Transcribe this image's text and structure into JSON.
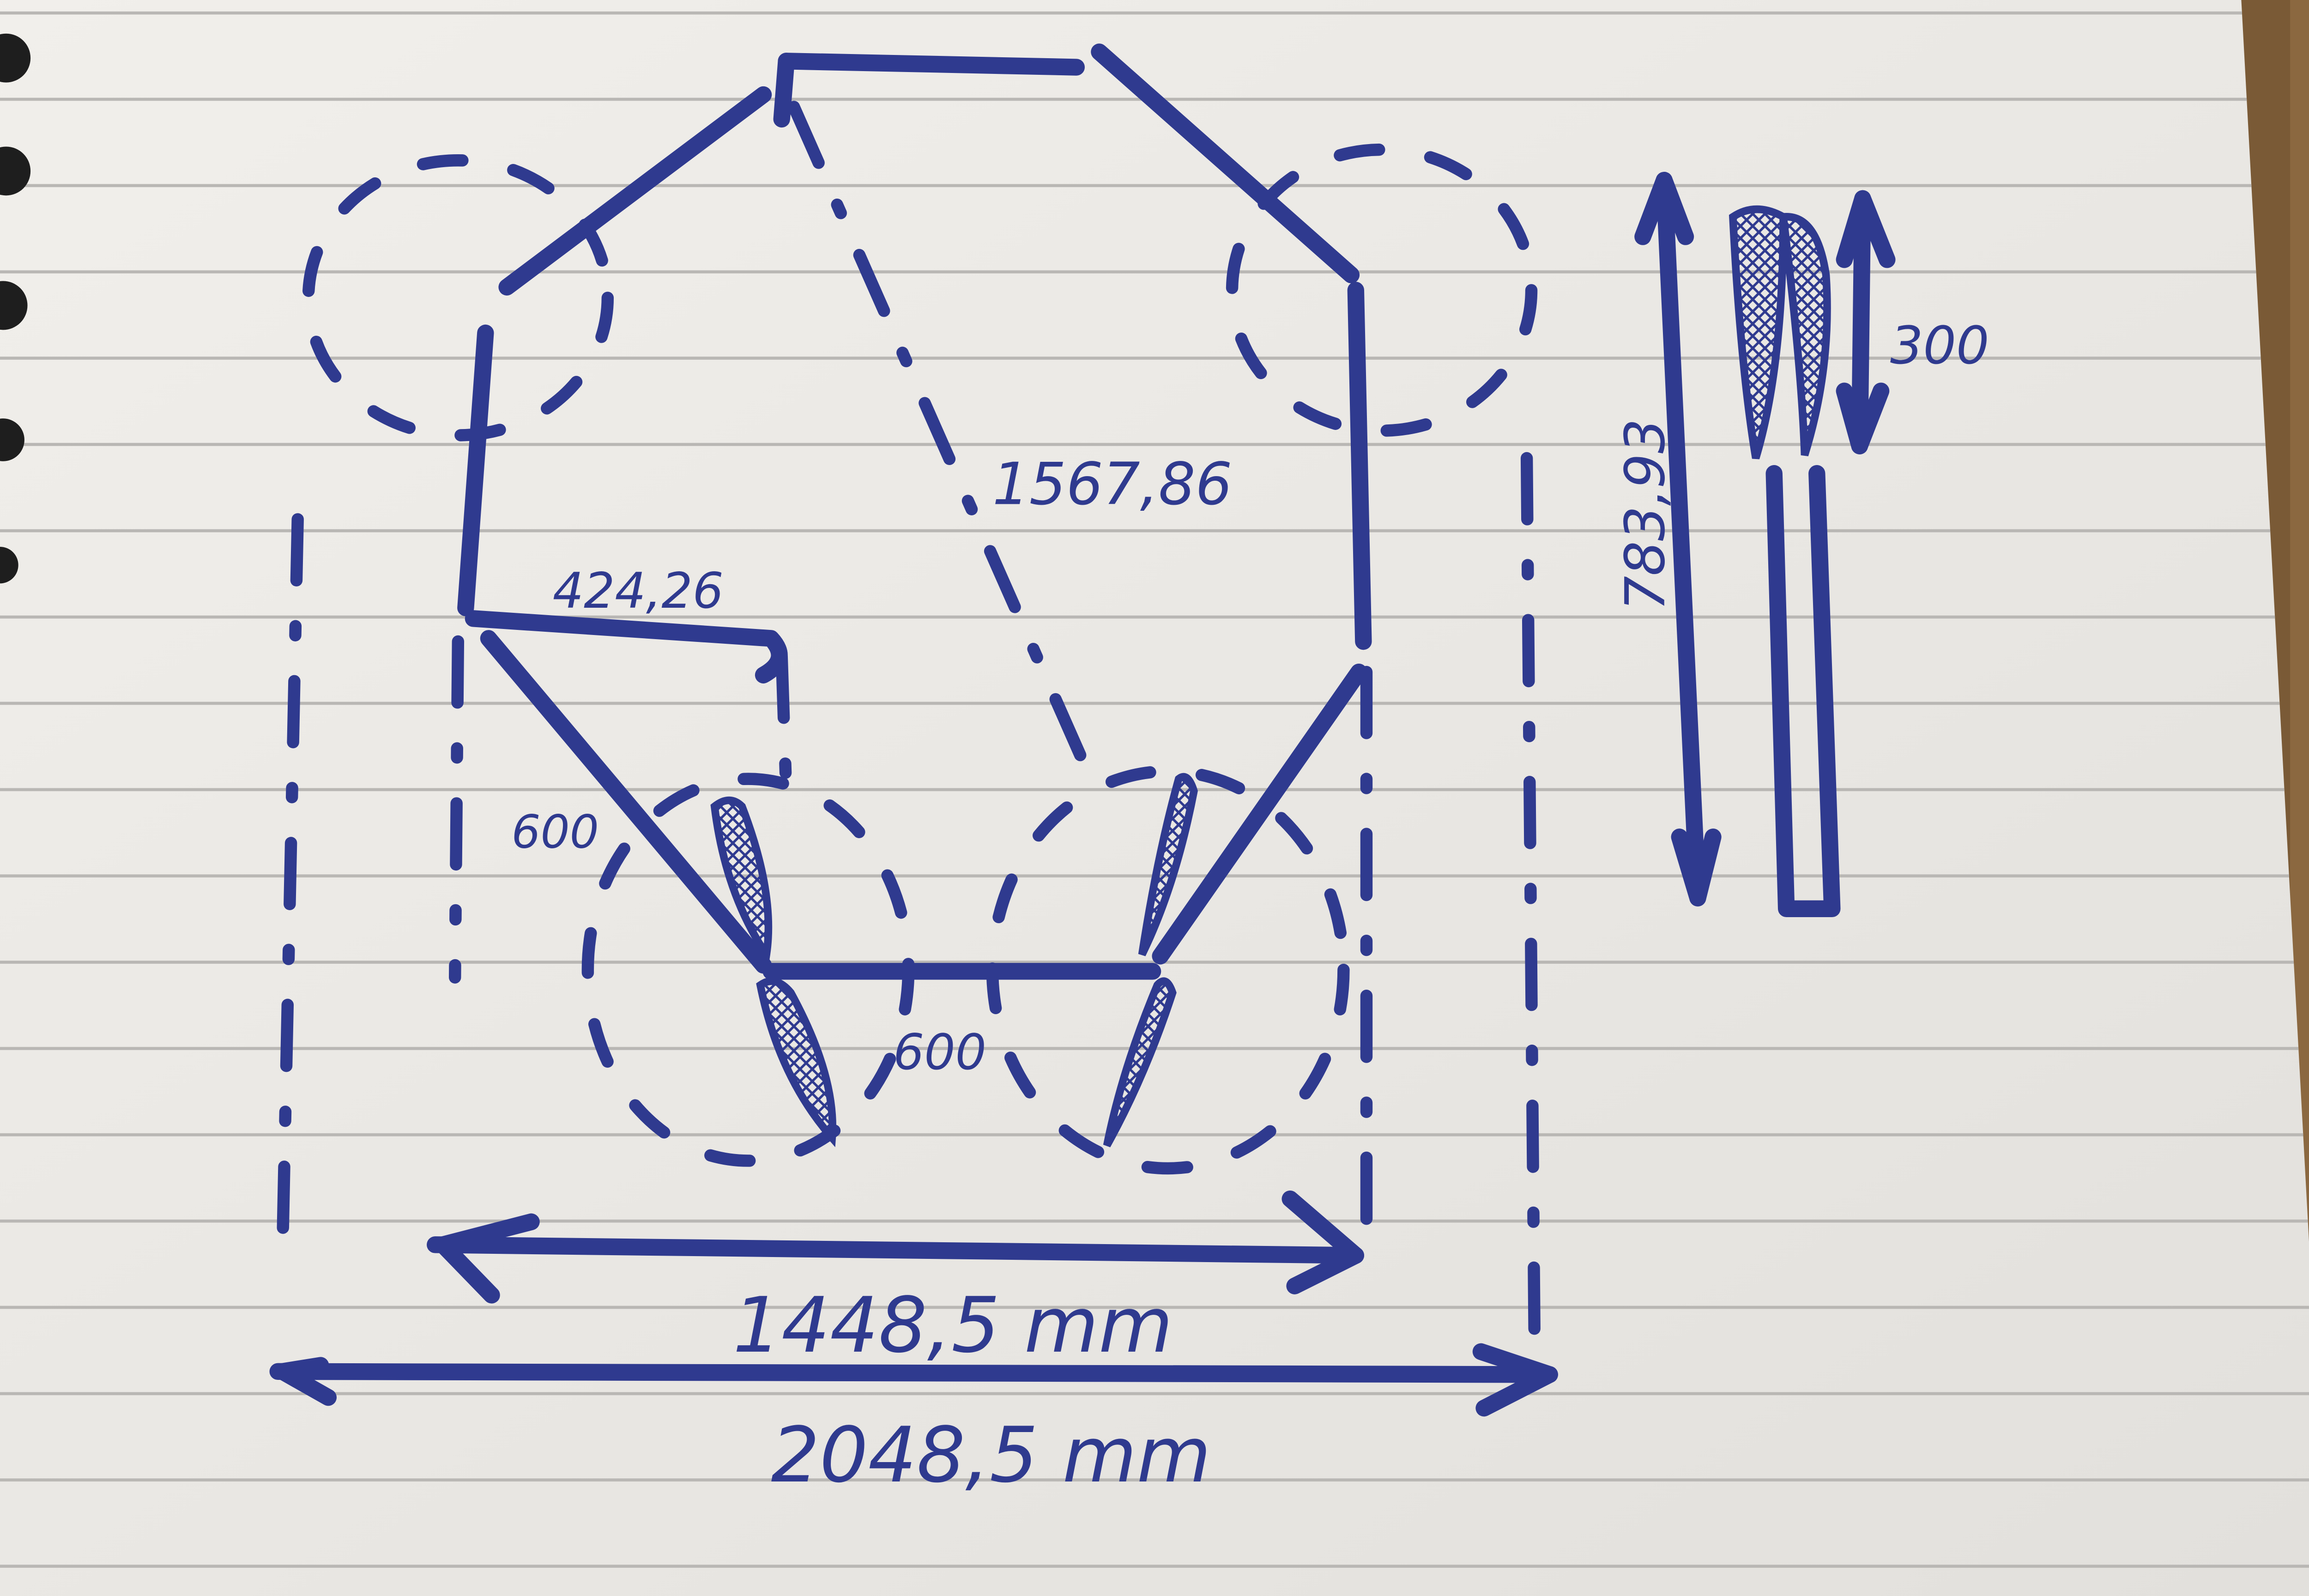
{
  "photo": {
    "subject": "handwritten sketch on ruled notebook paper",
    "colors": {
      "paper": "#eeece8",
      "ruled_line": "#b9b7b4",
      "ink": "#2f3a8f",
      "wood": "#7a5a36",
      "binding": "#1e1e1e"
    }
  },
  "labels": {
    "diagonal": "1567,86",
    "short_side": "424,26",
    "left_diag": "600",
    "bottom_edge": "600",
    "inner_width": "1448,5 mm",
    "outer_width": "2048,5 mm",
    "side_height": "783,93",
    "blade_length": "300"
  }
}
